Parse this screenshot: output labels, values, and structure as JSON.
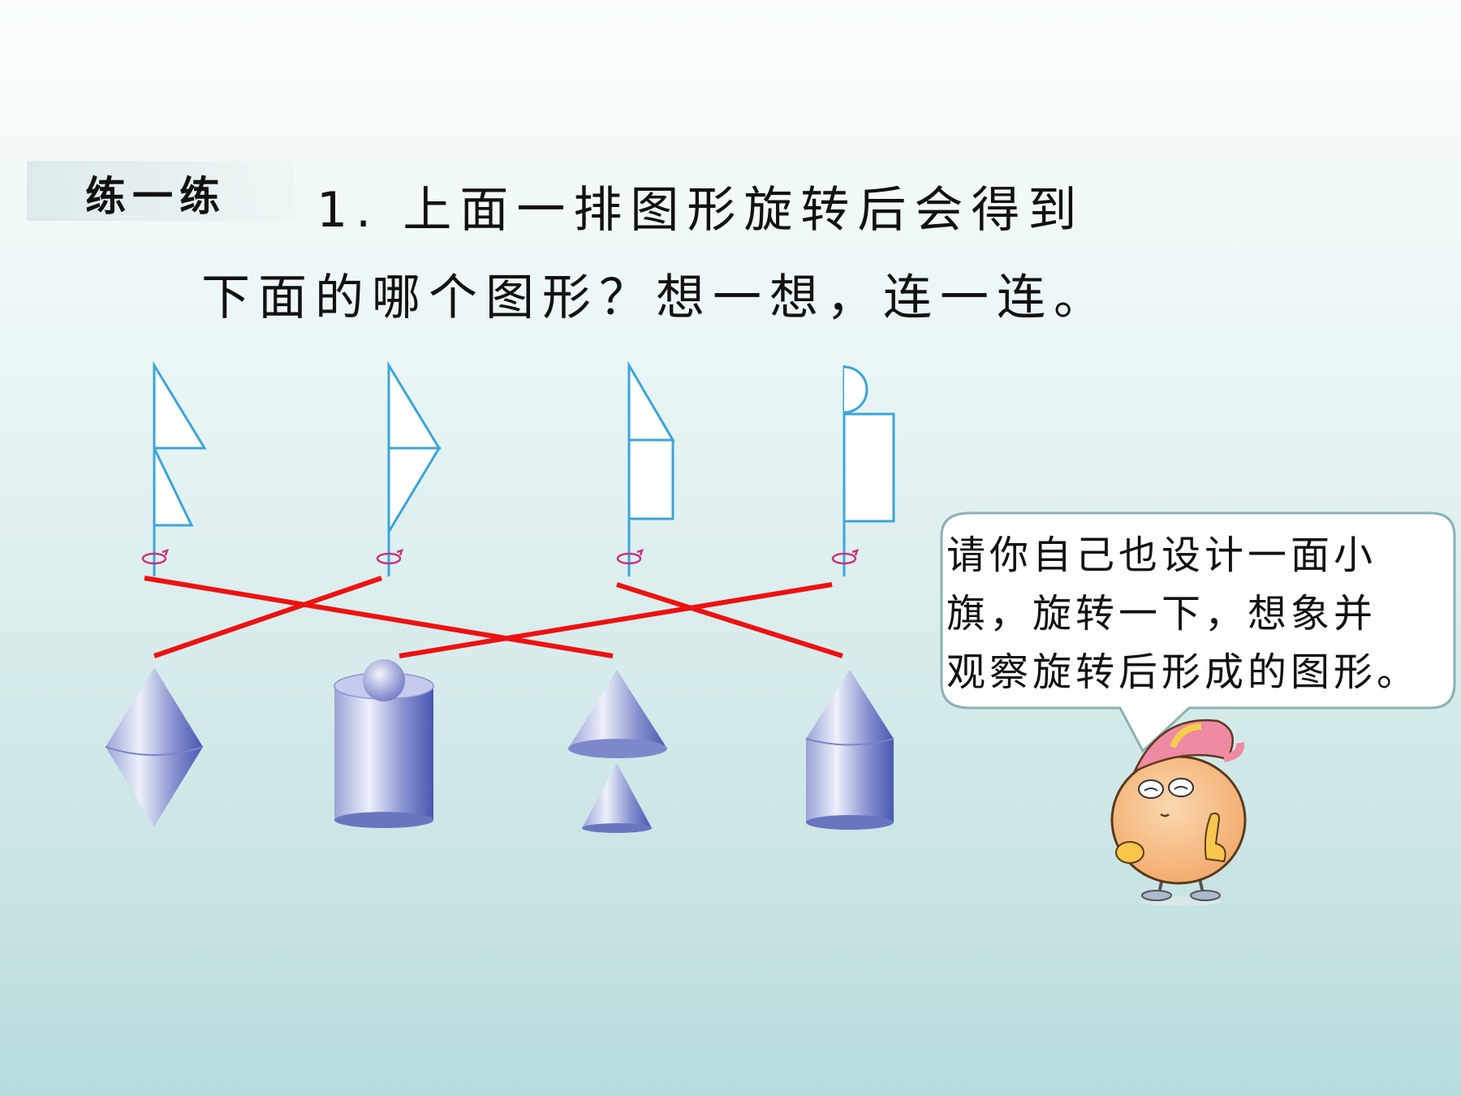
{
  "section_label": "练一练",
  "question": {
    "line1": "1. 上面一排图形旋转后会得到",
    "line2": "下面的哪个图形？想一想，连一连。"
  },
  "speech_bubble": {
    "lines": [
      "请你自己也设计一面小",
      "旗，旋转一下，想象并",
      "观察旋转后形成的图形。"
    ]
  },
  "flags": [
    "double-triangle-flag",
    "kite-flag",
    "triangle-rectangle-flag",
    "semicircle-rectangle-flag"
  ],
  "solids": [
    "double-cone",
    "cylinder-with-sphere",
    "cone-over-cone",
    "cone-on-cylinder"
  ],
  "matches": [
    {
      "flag": 1,
      "solid": 3
    },
    {
      "flag": 2,
      "solid": 1
    },
    {
      "flag": 3,
      "solid": 4
    },
    {
      "flag": 4,
      "solid": 2
    }
  ],
  "colors": {
    "flag_line": "#3aa5dc",
    "rotation_arrow": "#c8327a",
    "connect_line": "#ee1111",
    "solid_body": "#5a68c0",
    "bubble_border": "#8ab2b2"
  }
}
